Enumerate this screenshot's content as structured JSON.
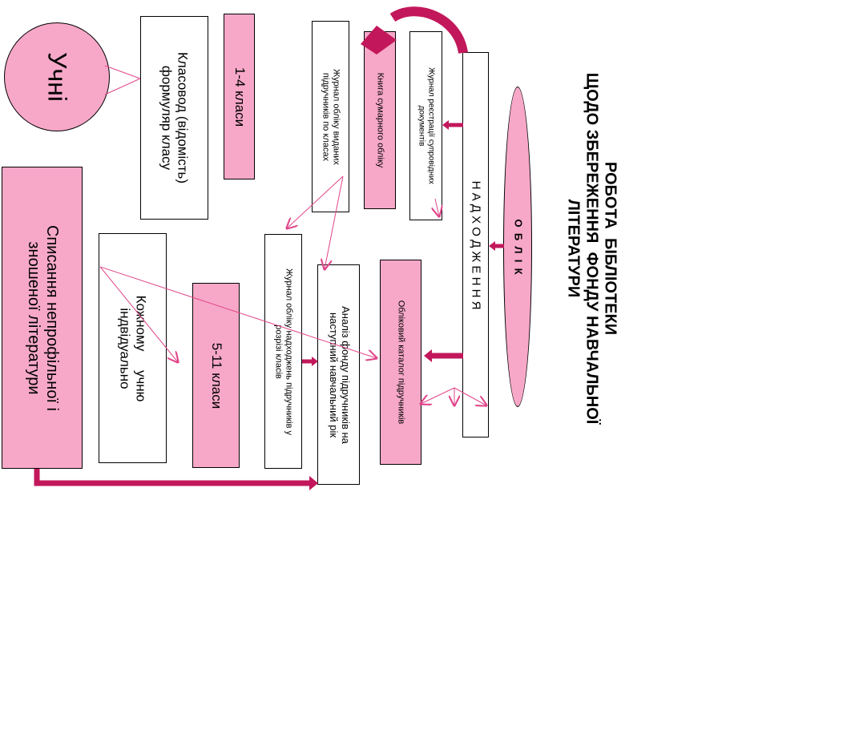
{
  "title": "РОБОТА  БІБЛІОТЕКИ\nЩОДО ЗБЕРЕЖЕННЯ  ФОНДУ НАВЧАЛЬНОЇ\nЛІТЕРАТУРИ",
  "colors": {
    "pink": "#f7a8c8",
    "arrow": "#c2185b",
    "line": "#e0468a"
  },
  "nodes": {
    "oblik": "О  Б  Л  І  К",
    "nadkhodzhennia": "Н А Д Х О Д Ж Е Н Н Я",
    "zhurnal_reiestratsii": "Журнал реєстрації супровідних\nдокументів",
    "knyha_sumarnoho": "Книга сумарного обліку",
    "zhurnal_vydanykh": "Журнал обліку виданих\nпідручників по класах",
    "oblikovyi_kataloh": "Обліковий каталог підручників",
    "analiz_fondu": "Аналіз фонду підручників на\nнаступний навчальний рік",
    "zhurnal_nadkhodzhen": "Журнал обліку надходжень підручників у\nрозрізі класів",
    "klasy_1_4": "1-4 класи",
    "klasy_5_11": "5-11 класи",
    "klasovod": "Класовод (відомість)\nформуляр класу",
    "kozhnomu": "Кожному     учню\nіндвідуально",
    "uchni": "Учні",
    "spysannia": "Списання непрофільної і\nзношеної літератури"
  }
}
